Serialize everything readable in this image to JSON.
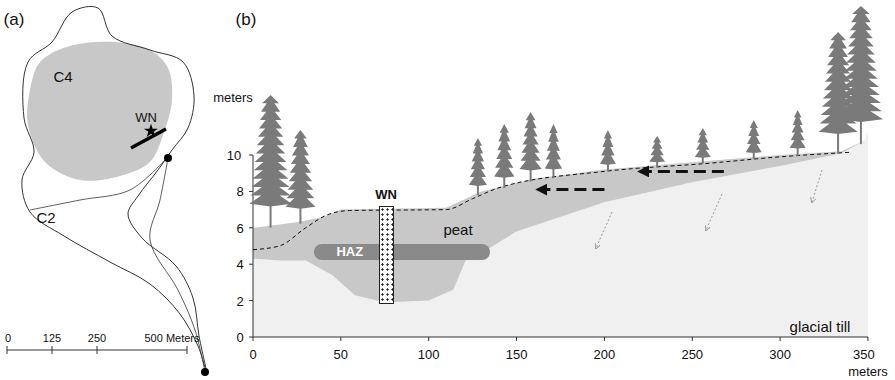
{
  "diagram": {
    "nodes": [
      {
        "text": [
          "HAZ"
        ]
      },
      {
        "text": [
          "WN"
        ]
      }
    ],
    "edges": [],
    "labels": [
      "(a)",
      "C4",
      "WN",
      "C2",
      "0",
      "125",
      "250",
      "500 Meters",
      "(b)",
      "meters",
      "10",
      "8",
      "6",
      "4",
      "2",
      "0",
      "0",
      "50",
      "100",
      "150",
      "200",
      "250",
      "300",
      "350",
      "meters",
      "peat",
      "glacial till"
    ]
  }
}
